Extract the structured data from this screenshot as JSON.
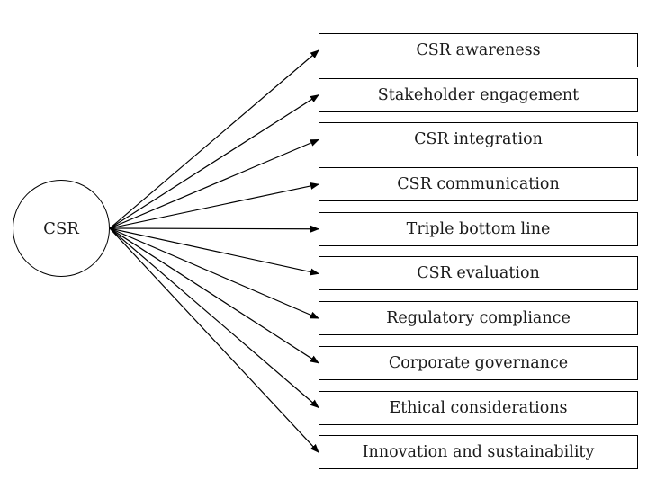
{
  "hub": {
    "label": "CSR"
  },
  "boxes": [
    "CSR awareness",
    "Stakeholder engagement",
    "CSR integration",
    "CSR communication",
    "Triple bottom line",
    "CSR evaluation",
    "Regulatory compliance",
    "Corporate governance",
    "Ethical considerations",
    "Innovation and sustainability"
  ],
  "colors": {
    "line": "#000000",
    "background": "#ffffff"
  }
}
